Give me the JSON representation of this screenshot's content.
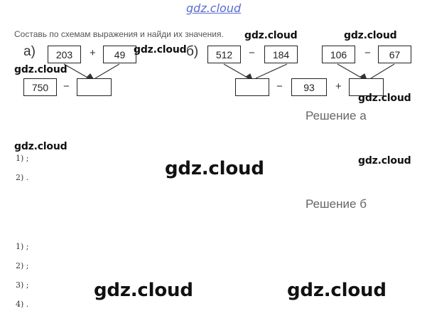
{
  "brand_top": "gdz.cloud",
  "instruction": "Составь по схемам выражения и найди их значения.",
  "watermarks": {
    "w1": "gdz.cloud",
    "w2": "gdz.cloud",
    "w3": "gdz.cloud",
    "w4": "gdz.cloud",
    "w5": "gdz.cloud",
    "w6": "gdz.cloud",
    "w7": "gdz.cloud",
    "w8": "gdz.cloud",
    "w9": "gdz.cloud",
    "w10": "gdz.cloud"
  },
  "scheme_a": {
    "label": "а)",
    "top_left": "203",
    "op_top": "+",
    "top_right": "49",
    "bottom_left": "750",
    "op_bottom": "−",
    "result": ""
  },
  "scheme_b": {
    "label": "б)",
    "top1": "512",
    "op1": "−",
    "top2": "184",
    "top3": "106",
    "op2": "−",
    "top4": "67",
    "res1": "",
    "op3": "−",
    "mid": "93",
    "op4": "+",
    "res2": ""
  },
  "solution_a": {
    "heading": "Решение а",
    "items": [
      "1) ;",
      "2) ."
    ]
  },
  "solution_b": {
    "heading": "Решение б",
    "items": [
      "1) ;",
      "2) ;",
      "3) ;",
      "4) ."
    ]
  }
}
